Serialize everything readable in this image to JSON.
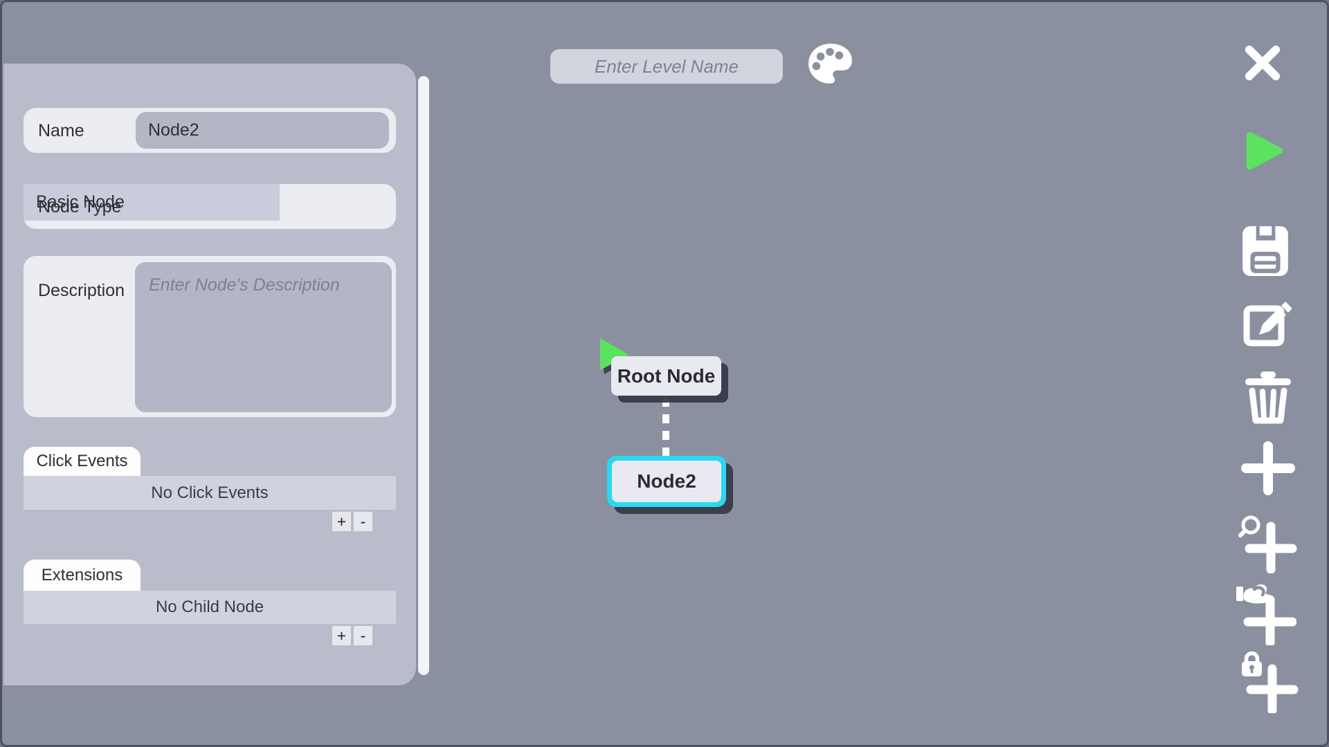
{
  "level_bar": {
    "name_placeholder": "Enter Level Name",
    "palette_icon": "palette-icon"
  },
  "inspector": {
    "name_label": "Name",
    "name_value": "Node2",
    "type_label": "Node Type",
    "type_value": "Basic Node",
    "desc_label": "Description",
    "desc_placeholder": "Enter Node's Description",
    "click_events_tab": "Click Events",
    "click_events_empty": "No Click Events",
    "extensions_tab": "Extensions",
    "extensions_empty": "No Child Node",
    "add_label": "+",
    "remove_label": "-"
  },
  "canvas": {
    "root_node_label": "Root Node",
    "selected_node_label": "Node2",
    "edge_style": "dashed-white",
    "root_play_icon": "play-icon"
  },
  "toolbar": {
    "icons": [
      "close-icon",
      "play-icon",
      "save-icon",
      "edit-icon",
      "trash-icon",
      "plus-icon",
      "magnifier-plus-icon",
      "hand-plus-icon",
      "lock-plus-icon"
    ]
  },
  "colors": {
    "background": "#8b90a0",
    "panel": "#b9bdcb",
    "row": "#ecedf3",
    "input_dark": "#b3b6c5",
    "input_light": "#c9ccda",
    "strip": "#d0d3de",
    "selection_cyan": "#29d9f0",
    "play_green": "#5be25f",
    "node_fill": "#e9eaf1",
    "shadow": "#343744",
    "icon_white": "#ffffff"
  }
}
